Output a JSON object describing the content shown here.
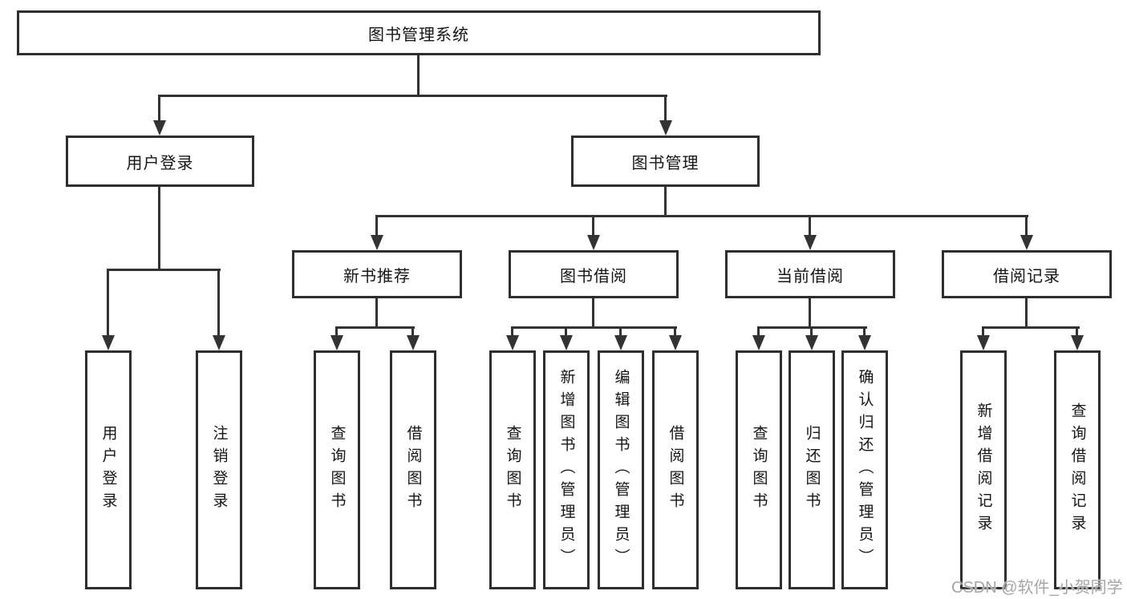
{
  "diagram": {
    "title": "图书管理系统",
    "type": "hierarchy-tree",
    "colors": {
      "line": "#333333",
      "box_border": "#2e2e2e",
      "box_fill": "#ffffff",
      "text": "#151515",
      "watermark": "#a6a6a6"
    },
    "nodes": {
      "root": {
        "label": "图书管理系统"
      },
      "level2": [
        {
          "label": "用户登录"
        },
        {
          "label": "图书管理"
        }
      ],
      "level3": [
        {
          "label": "新书推荐"
        },
        {
          "label": "图书借阅"
        },
        {
          "label": "当前借阅"
        },
        {
          "label": "借阅记录"
        }
      ],
      "leaves": {
        "user_login": [
          "用户登录",
          "注销登录"
        ],
        "new_book": [
          "查询图书",
          "借阅图书"
        ],
        "book_borrow": [
          "查询图书",
          "新增图书（管理员）",
          "编辑图书（管理员）",
          "借阅图书"
        ],
        "current_borrow": [
          "查询图书",
          "归还图书",
          "确认归还（管理员）"
        ],
        "borrow_record": [
          "新增借阅记录",
          "查询借阅记录"
        ]
      }
    }
  },
  "watermark": {
    "text": "CSDN @软件_小贺同学"
  }
}
